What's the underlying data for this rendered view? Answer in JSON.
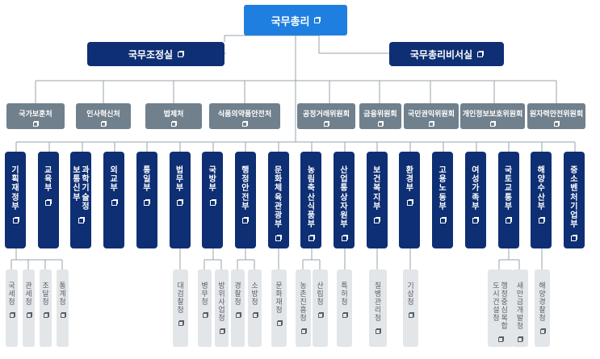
{
  "top": {
    "label": "국무총리"
  },
  "level2": [
    {
      "label": "국무조정실"
    },
    {
      "label": "국무총리비서실"
    }
  ],
  "agencies": [
    {
      "label": "국가보훈처"
    },
    {
      "label": "인사혁신처"
    },
    {
      "label": "법제처"
    },
    {
      "label": "식품의약품안전처"
    },
    {
      "label": "공정거래위원회"
    },
    {
      "label": "금융위원회"
    },
    {
      "label": "국민권익위원회"
    },
    {
      "label": "개인정보보호위원회"
    },
    {
      "label": "원자력안전위원회"
    }
  ],
  "ministries": [
    {
      "label": "기획재정부"
    },
    {
      "label": "교육부"
    },
    {
      "label": "과학기술정보통신부"
    },
    {
      "label": "외교부"
    },
    {
      "label": "통일부"
    },
    {
      "label": "법무부"
    },
    {
      "label": "국방부"
    },
    {
      "label": "행정안전부"
    },
    {
      "label": "문화체육관광부"
    },
    {
      "label": "농림축산식품부"
    },
    {
      "label": "산업통상자원부"
    },
    {
      "label": "보건복지부"
    },
    {
      "label": "환경부"
    },
    {
      "label": "고용노동부"
    },
    {
      "label": "여성가족부"
    },
    {
      "label": "국토교통부"
    },
    {
      "label": "해양수산부"
    },
    {
      "label": "중소벤처기업부"
    }
  ],
  "sub_agencies": [
    {
      "label": "국세청"
    },
    {
      "label": "관세청"
    },
    {
      "label": "조달청"
    },
    {
      "label": "통계청"
    },
    {
      "label": "대검찰청"
    },
    {
      "label": "병무청"
    },
    {
      "label": "방위사업청"
    },
    {
      "label": "경찰청"
    },
    {
      "label": "소방청"
    },
    {
      "label": "문화재청"
    },
    {
      "label": "농촌진흥청"
    },
    {
      "label": "산림청"
    },
    {
      "label": "특허청"
    },
    {
      "label": "질병관리청"
    },
    {
      "label": "기상청"
    },
    {
      "label": "행정중심복합도시건설청"
    },
    {
      "label": "새만금개발청"
    },
    {
      "label": "해양경찰청"
    }
  ]
}
